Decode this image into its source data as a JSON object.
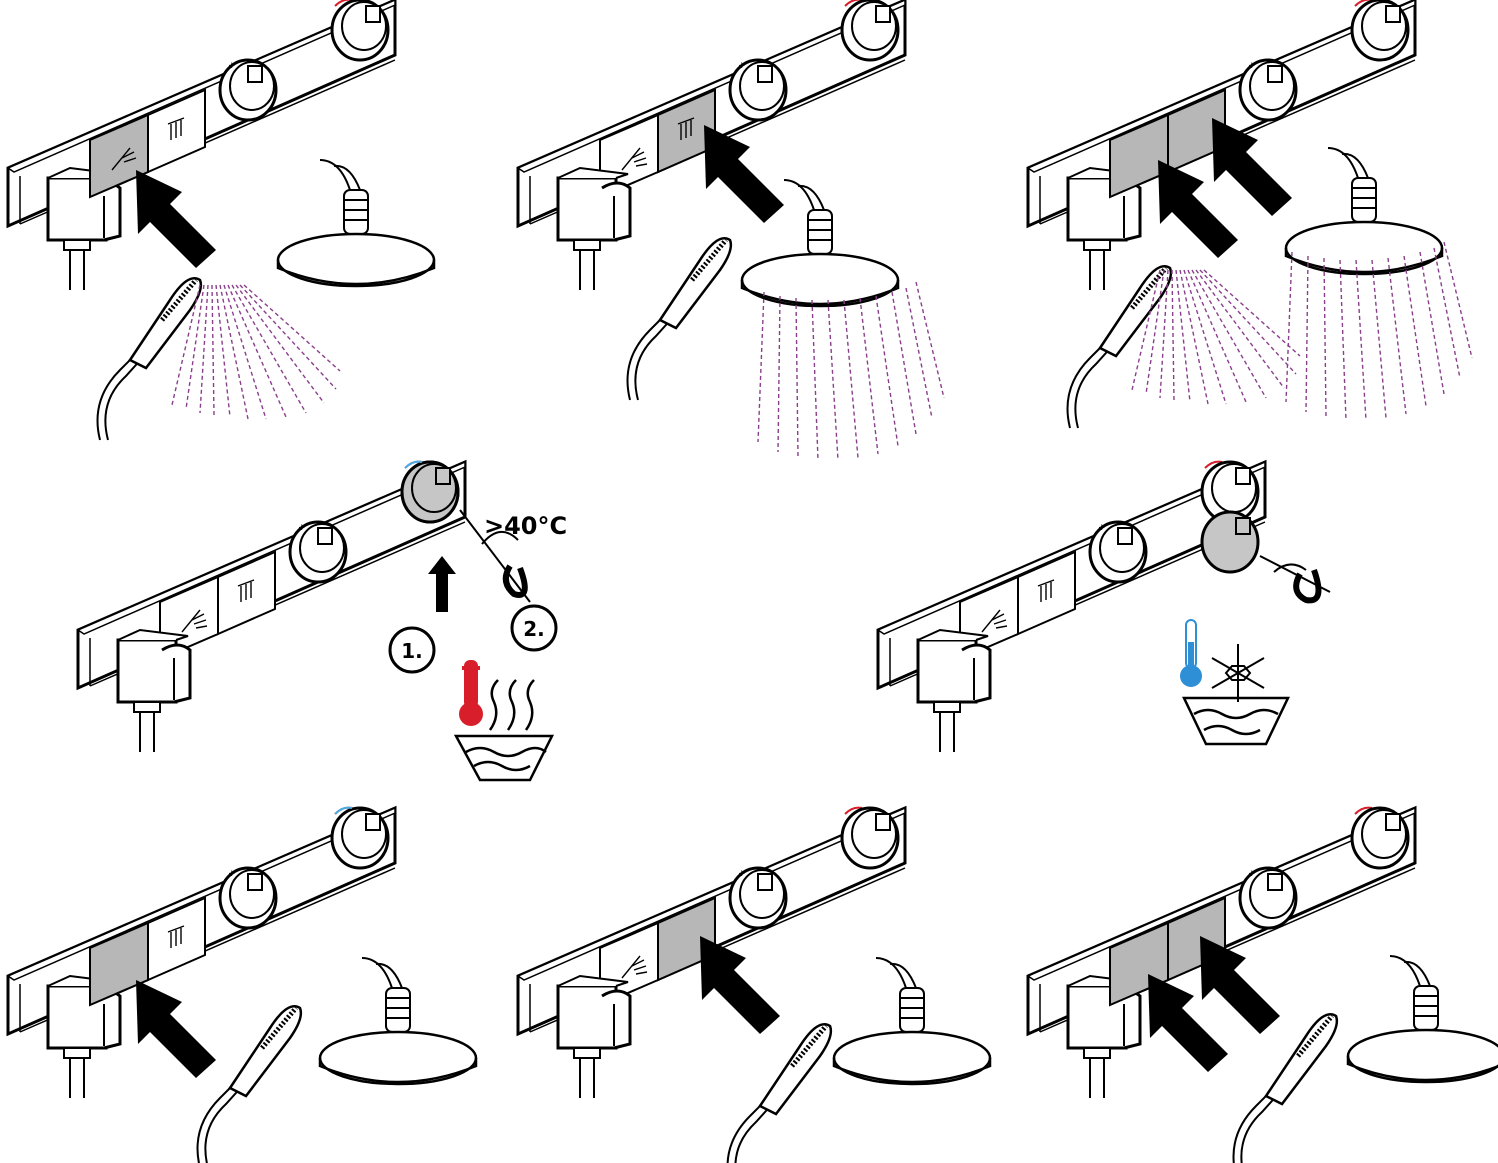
{
  "labels": {
    "temperature": ">40°C",
    "step1": "1.",
    "step2": "2."
  },
  "colors": {
    "line": "#000000",
    "button_active": "#b7b7b7",
    "knob_pressed": "#c6c6c6",
    "spray": "#8a3f8c",
    "hot": "#d81e2a",
    "cold": "#2f8fd6",
    "hot_mark": "#d81e2a",
    "cold_mark": "#4aaee6"
  },
  "panels": [
    {
      "name": "handshower-on",
      "active_buttons": [
        "handshower"
      ],
      "spray": [
        "handshower"
      ],
      "arrows": 1
    },
    {
      "name": "overhead-on",
      "active_buttons": [
        "overhead"
      ],
      "spray": [
        "overhead"
      ],
      "arrows": 1
    },
    {
      "name": "both-on",
      "active_buttons": [
        "handshower",
        "overhead"
      ],
      "spray": [
        "handshower",
        "overhead"
      ],
      "arrows": 2
    },
    {
      "name": "temperature-override-hot",
      "icon": "thermometer-hot-icon"
    },
    {
      "name": "temperature-cold",
      "icon": "thermometer-cold-icon"
    },
    {
      "name": "handshower-off",
      "active_buttons": [
        "handshower"
      ],
      "spray": [],
      "arrows": 1
    },
    {
      "name": "overhead-off",
      "active_buttons": [
        "overhead"
      ],
      "spray": [],
      "arrows": 1
    },
    {
      "name": "both-off",
      "active_buttons": [
        "handshower",
        "overhead"
      ],
      "spray": [],
      "arrows": 2
    }
  ]
}
